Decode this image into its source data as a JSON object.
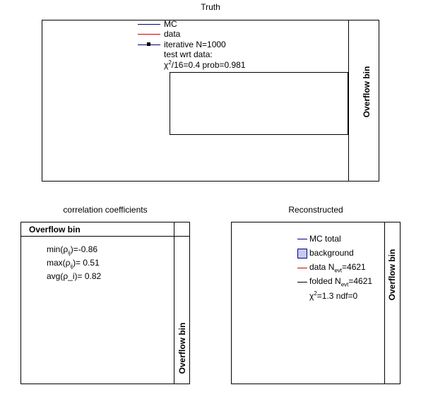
{
  "chart_data": [
    {
      "type": "line",
      "title": "Truth",
      "overflow_label": "Overflow bin",
      "legend": [
        "MC",
        "data",
        "iterative N=1000"
      ],
      "legend_colors": [
        "#000080",
        "#cc0000",
        "#000080"
      ],
      "stats": {
        "line1": "test wrt data:",
        "chi_prefix": "χ",
        "chi_sup": "2",
        "chi_rest": "/16=0.4 prob=0.981"
      }
    },
    {
      "type": "heatmap",
      "title": "correlation coefficients",
      "overflow_label_top": "Overflow bin",
      "overflow_label_right": "Overflow bin",
      "stats": {
        "min_prefix": "min(ρ",
        "min_sub": "ij",
        "min_rest": ")=-0.86",
        "max_prefix": "max(ρ",
        "max_sub": "ij",
        "max_rest": ")= 0.51",
        "avg": "avg(ρ_i)= 0.82"
      }
    },
    {
      "type": "line",
      "title": "Reconstructed",
      "overflow_label": "Overflow bin",
      "legend": {
        "mc_total": "MC total",
        "background": "background",
        "data_prefix": "data N",
        "data_sub": "evt",
        "data_rest": "=4621",
        "folded_prefix": "folded N",
        "folded_sub": "evt",
        "folded_rest": "=4621"
      },
      "legend_colors": {
        "mc_total": "#000080",
        "background_fill": "#c8c8f0",
        "background_edge": "#000080",
        "data": "#cc0000",
        "folded": "#000000"
      },
      "stats": {
        "chi_prefix": "χ",
        "chi_sup": "2",
        "chi_rest": "=1.3 ndf=0"
      }
    }
  ]
}
